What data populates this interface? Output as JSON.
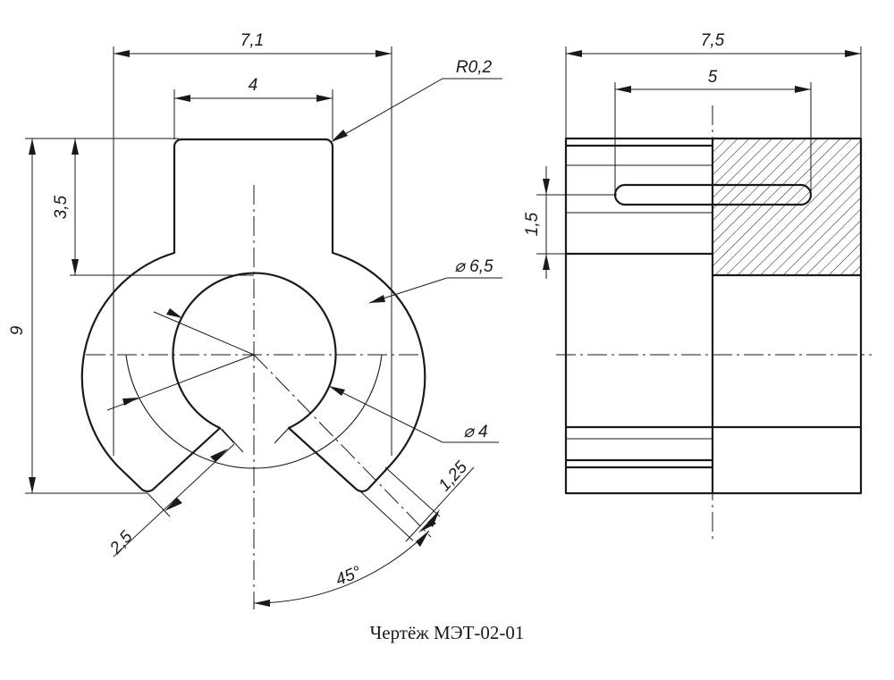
{
  "caption": "Чертёж МЭТ-02-01",
  "front_view": {
    "dims": {
      "width_total": "7,1",
      "neck_width": "4",
      "corner_radius": "R0,2",
      "neck_height": "3,5",
      "height_total": "9",
      "outer_diameter": "⌀ 6,5",
      "inner_diameter": "⌀ 4",
      "slot_width": "1,25",
      "leg_width": "2,5",
      "angle": "45°"
    }
  },
  "side_view": {
    "dims": {
      "width_total": "7,5",
      "slot_length": "5",
      "slot_offset": "1,5"
    }
  }
}
